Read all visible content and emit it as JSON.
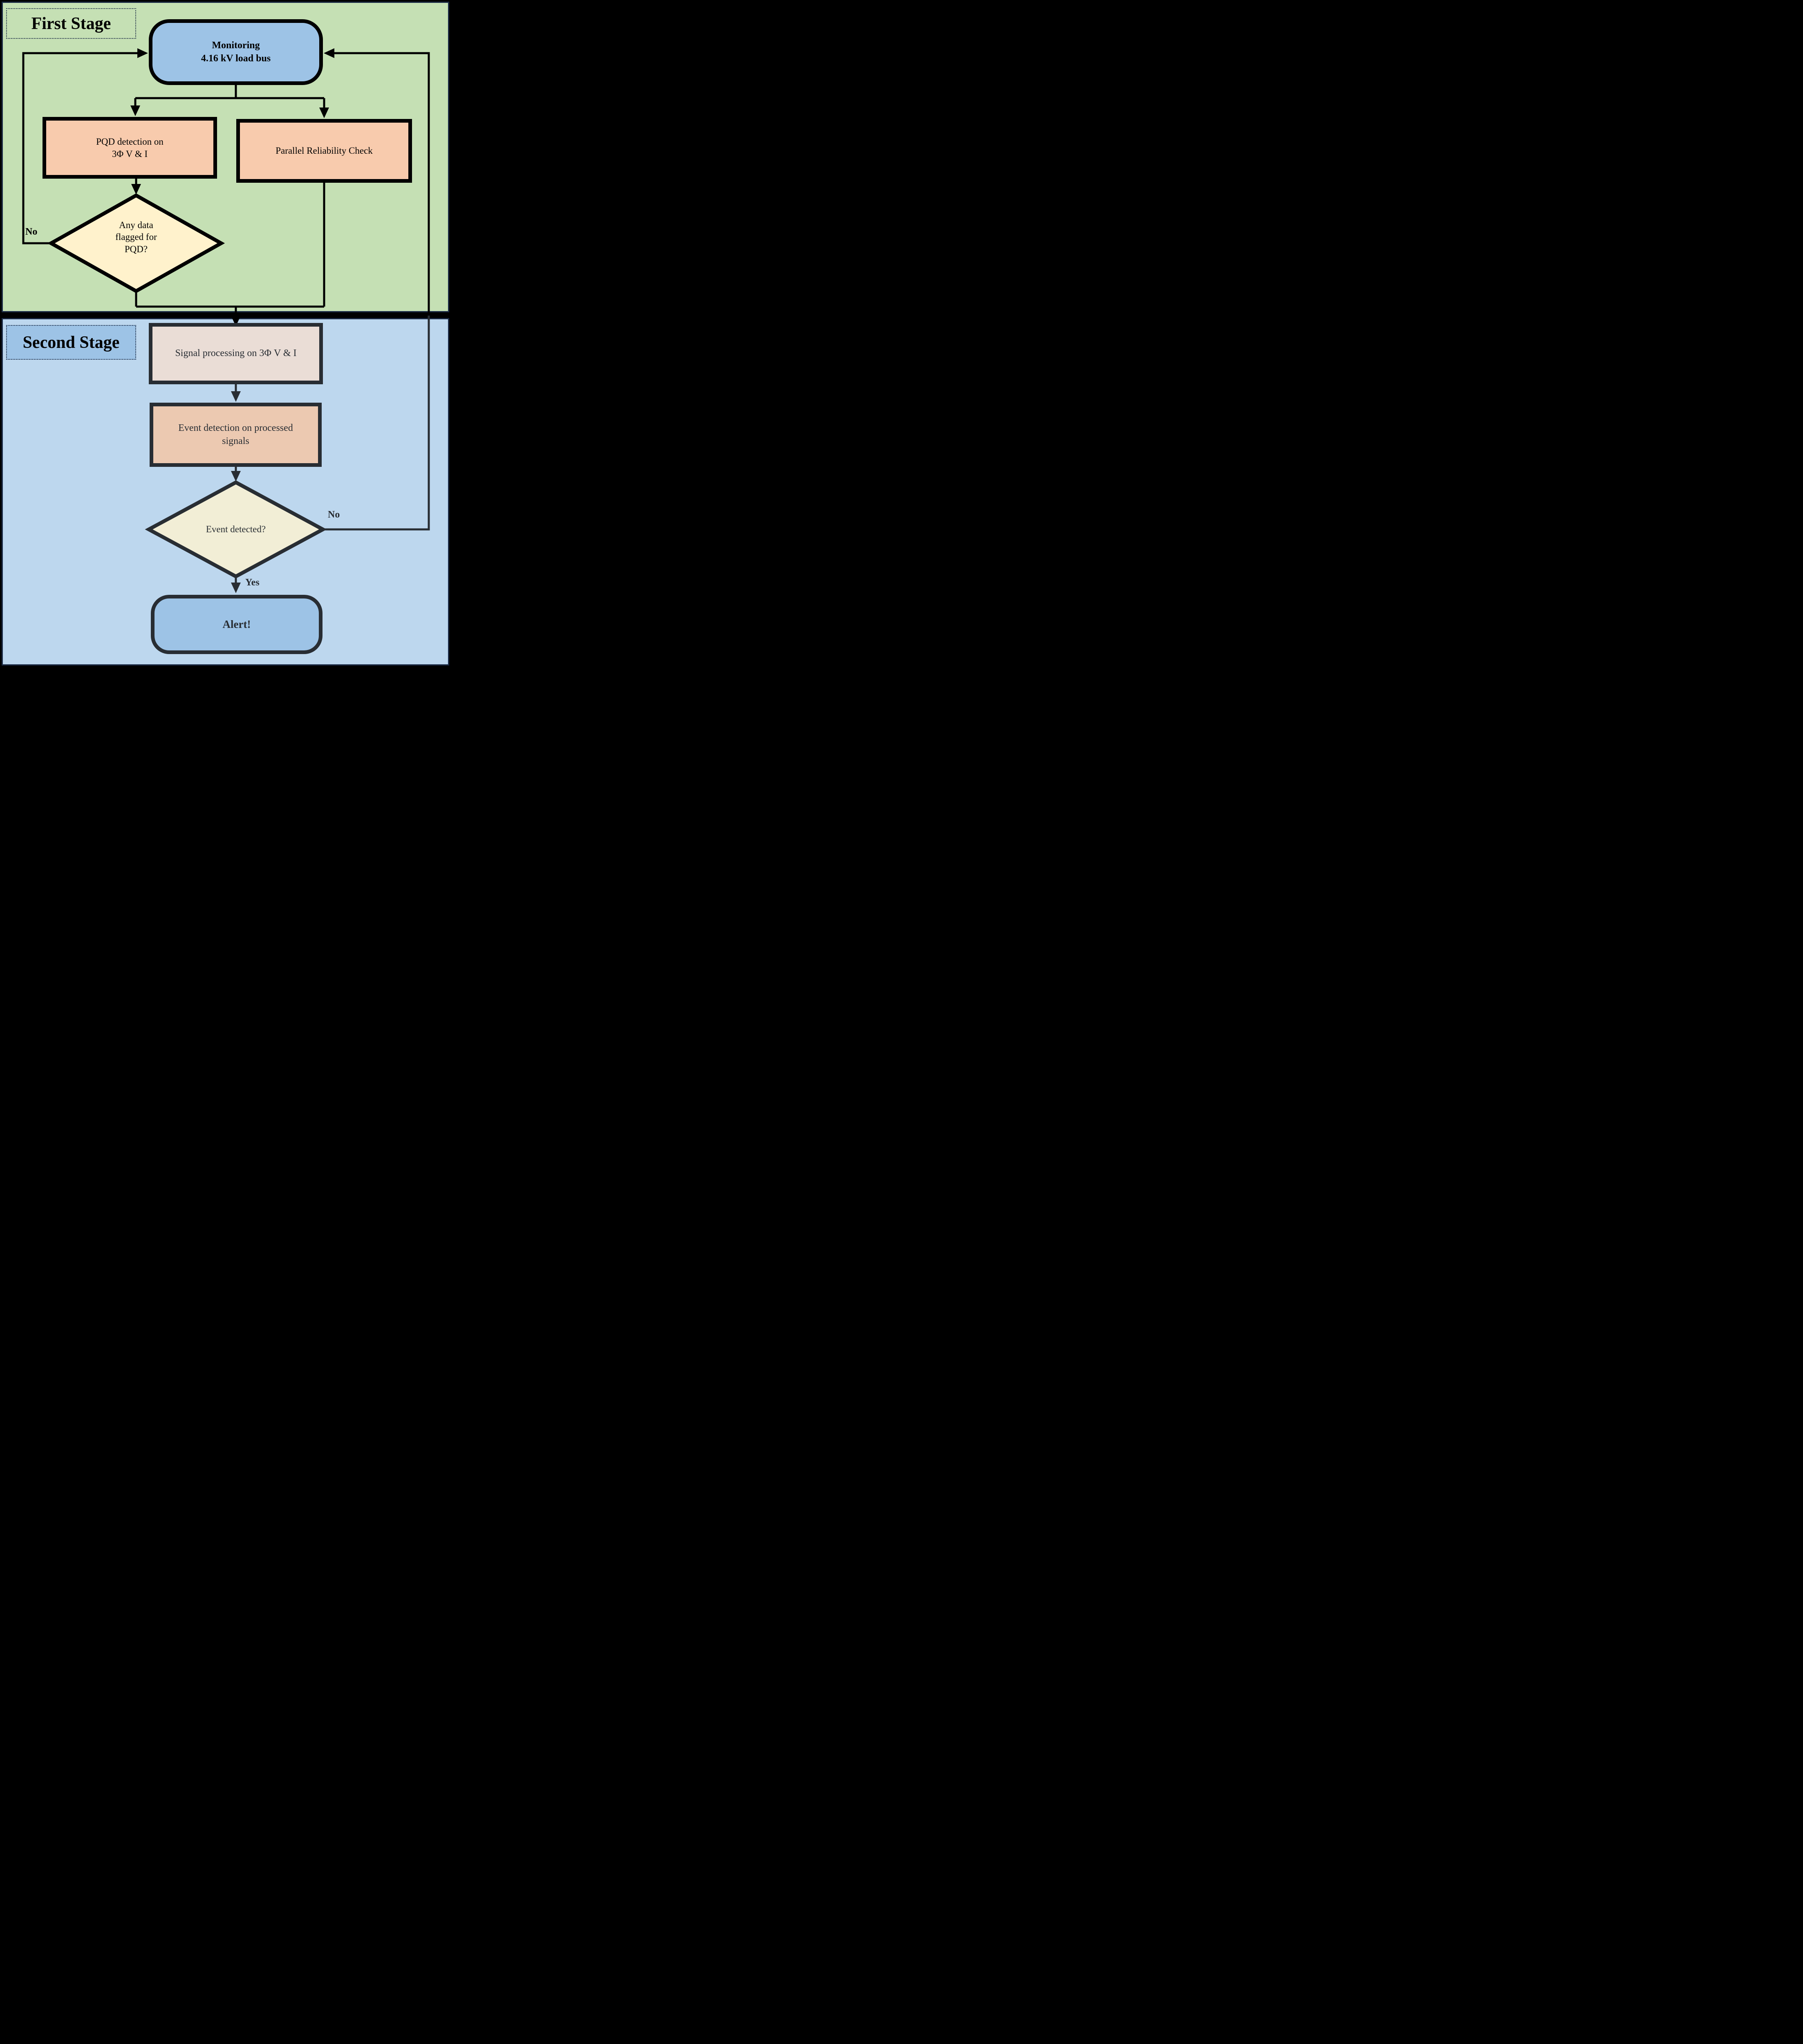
{
  "stage1": {
    "label": "First Stage"
  },
  "stage2": {
    "label": "Second Stage"
  },
  "nodes": {
    "monitoring": {
      "line1": "Monitoring",
      "line2": "4.16 kV load bus"
    },
    "pqd_detection": {
      "line1": "PQD detection on",
      "line2": "3Φ V & I"
    },
    "parallel_check": {
      "label": "Parallel Reliability Check"
    },
    "pqd_decision": {
      "line1": "Any data",
      "line2": "flagged for",
      "line3": "PQD?"
    },
    "signal_processing": {
      "label": "Signal processing on 3Φ V & I"
    },
    "event_detection": {
      "line1": "Event detection on processed",
      "line2": "signals"
    },
    "event_decision": {
      "label": "Event detected?"
    },
    "alert": {
      "label": "Alert!"
    }
  },
  "edge_labels": {
    "pqd_no": "No",
    "event_no": "No",
    "event_yes": "Yes"
  },
  "colors": {
    "stage1_background": "#c5e0b4",
    "stage2_background": "#bdd7ee",
    "container_border_navy": "#1b2a44",
    "terminator_fill_blue": "#9dc3e6",
    "process_fill_peach": "#f8cbad",
    "decision1_fill_yellow": "#fff2cc",
    "decision2_fill_cream": "#f2eed6",
    "signal_fill": "#eaddd6",
    "event_fill": "#ecc9b1",
    "stage1_stroke": "#000000",
    "stage2_stroke": "#282d33",
    "divider": "#000000"
  }
}
